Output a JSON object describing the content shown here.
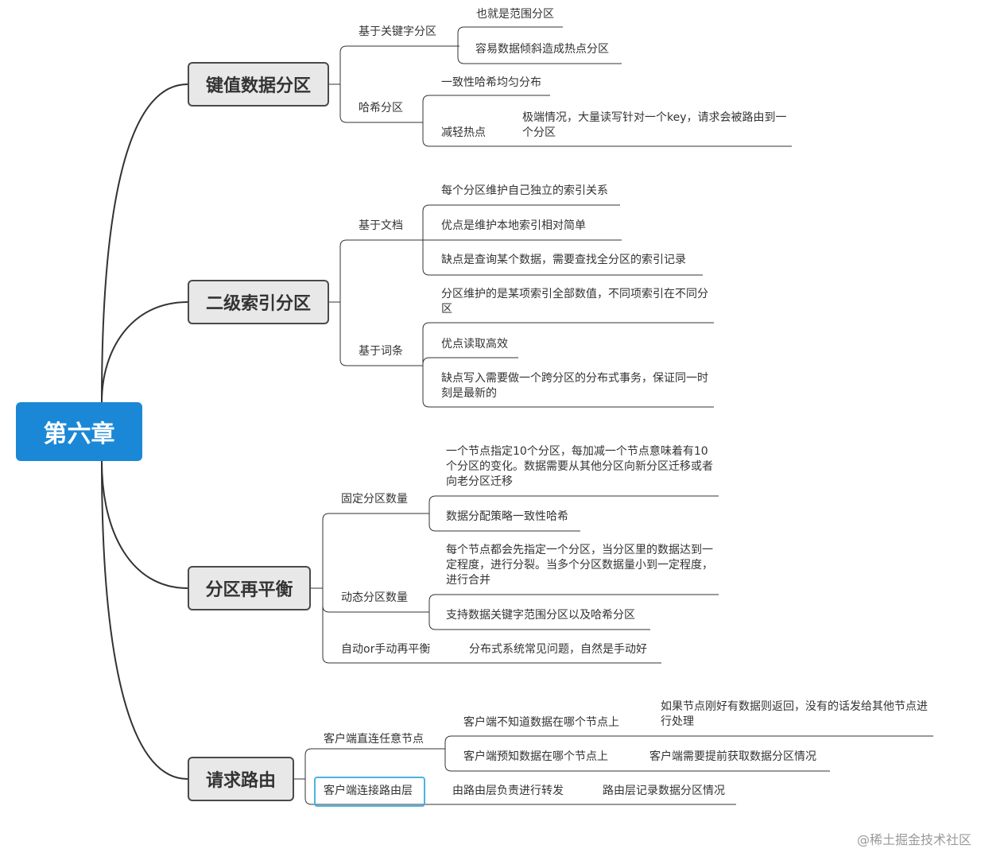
{
  "root": "第六章",
  "branches": {
    "b1": {
      "title": "键值数据分区",
      "key_range": "基于关键字分区",
      "key_range_items": [
        "也就是范围分区",
        "容易数据倾斜造成热点分区"
      ],
      "hash": "哈希分区",
      "hash_item1": "一致性哈希均匀分布",
      "reduce_hotspot": "减轻热点",
      "extreme_case": "极端情况，大量读写针对一个key，请求会被路由到一个分区"
    },
    "b2": {
      "title": "二级索引分区",
      "doc": "基于文档",
      "doc_items": [
        "每个分区维护自己独立的索引关系",
        "优点是维护本地索引相对简单",
        "缺点是查询某个数据，需要查找全分区的索引记录"
      ],
      "term": "基于词条",
      "term_items": [
        "分区维护的是某项索引全部数值，不同项索引在不同分区",
        "优点读取高效",
        "缺点写入需要做一个跨分区的分布式事务，保证同一时刻是最新的"
      ]
    },
    "b3": {
      "title": "分区再平衡",
      "fixed": "固定分区数量",
      "fixed_items": [
        "一个节点指定10个分区，每加减一个节点意味着有10个分区的变化。数据需要从其他分区向新分区迁移或者向老分区迁移",
        "数据分配策略一致性哈希"
      ],
      "dynamic": "动态分区数量",
      "dynamic_items": [
        "每个节点都会先指定一个分区，当分区里的数据达到一定程度，进行分裂。当多个分区数据量小到一定程度，进行合并",
        "支持数据关键字范围分区以及哈希分区"
      ],
      "auto": "自动or手动再平衡",
      "auto_item": "分布式系统常见问题，自然是手动好"
    },
    "b4": {
      "title": "请求路由",
      "direct": "客户端直连任意节点",
      "unknown": "客户端不知道数据在哪个节点上",
      "unknown_item": "如果节点刚好有数据则返回，没有的话发给其他节点进行处理",
      "known": "客户端预知数据在哪个节点上",
      "known_item": "客户端需要提前获取数据分区情况",
      "router": "客户端连接路由层",
      "router_item": "由路由层负责进行转发",
      "router_item2": "路由层记录数据分区情况"
    }
  },
  "watermark": "@稀土掘金技术社区",
  "colors": {
    "root": "#1a88d6",
    "line": "#333333",
    "selection": "#4cb3e0"
  }
}
